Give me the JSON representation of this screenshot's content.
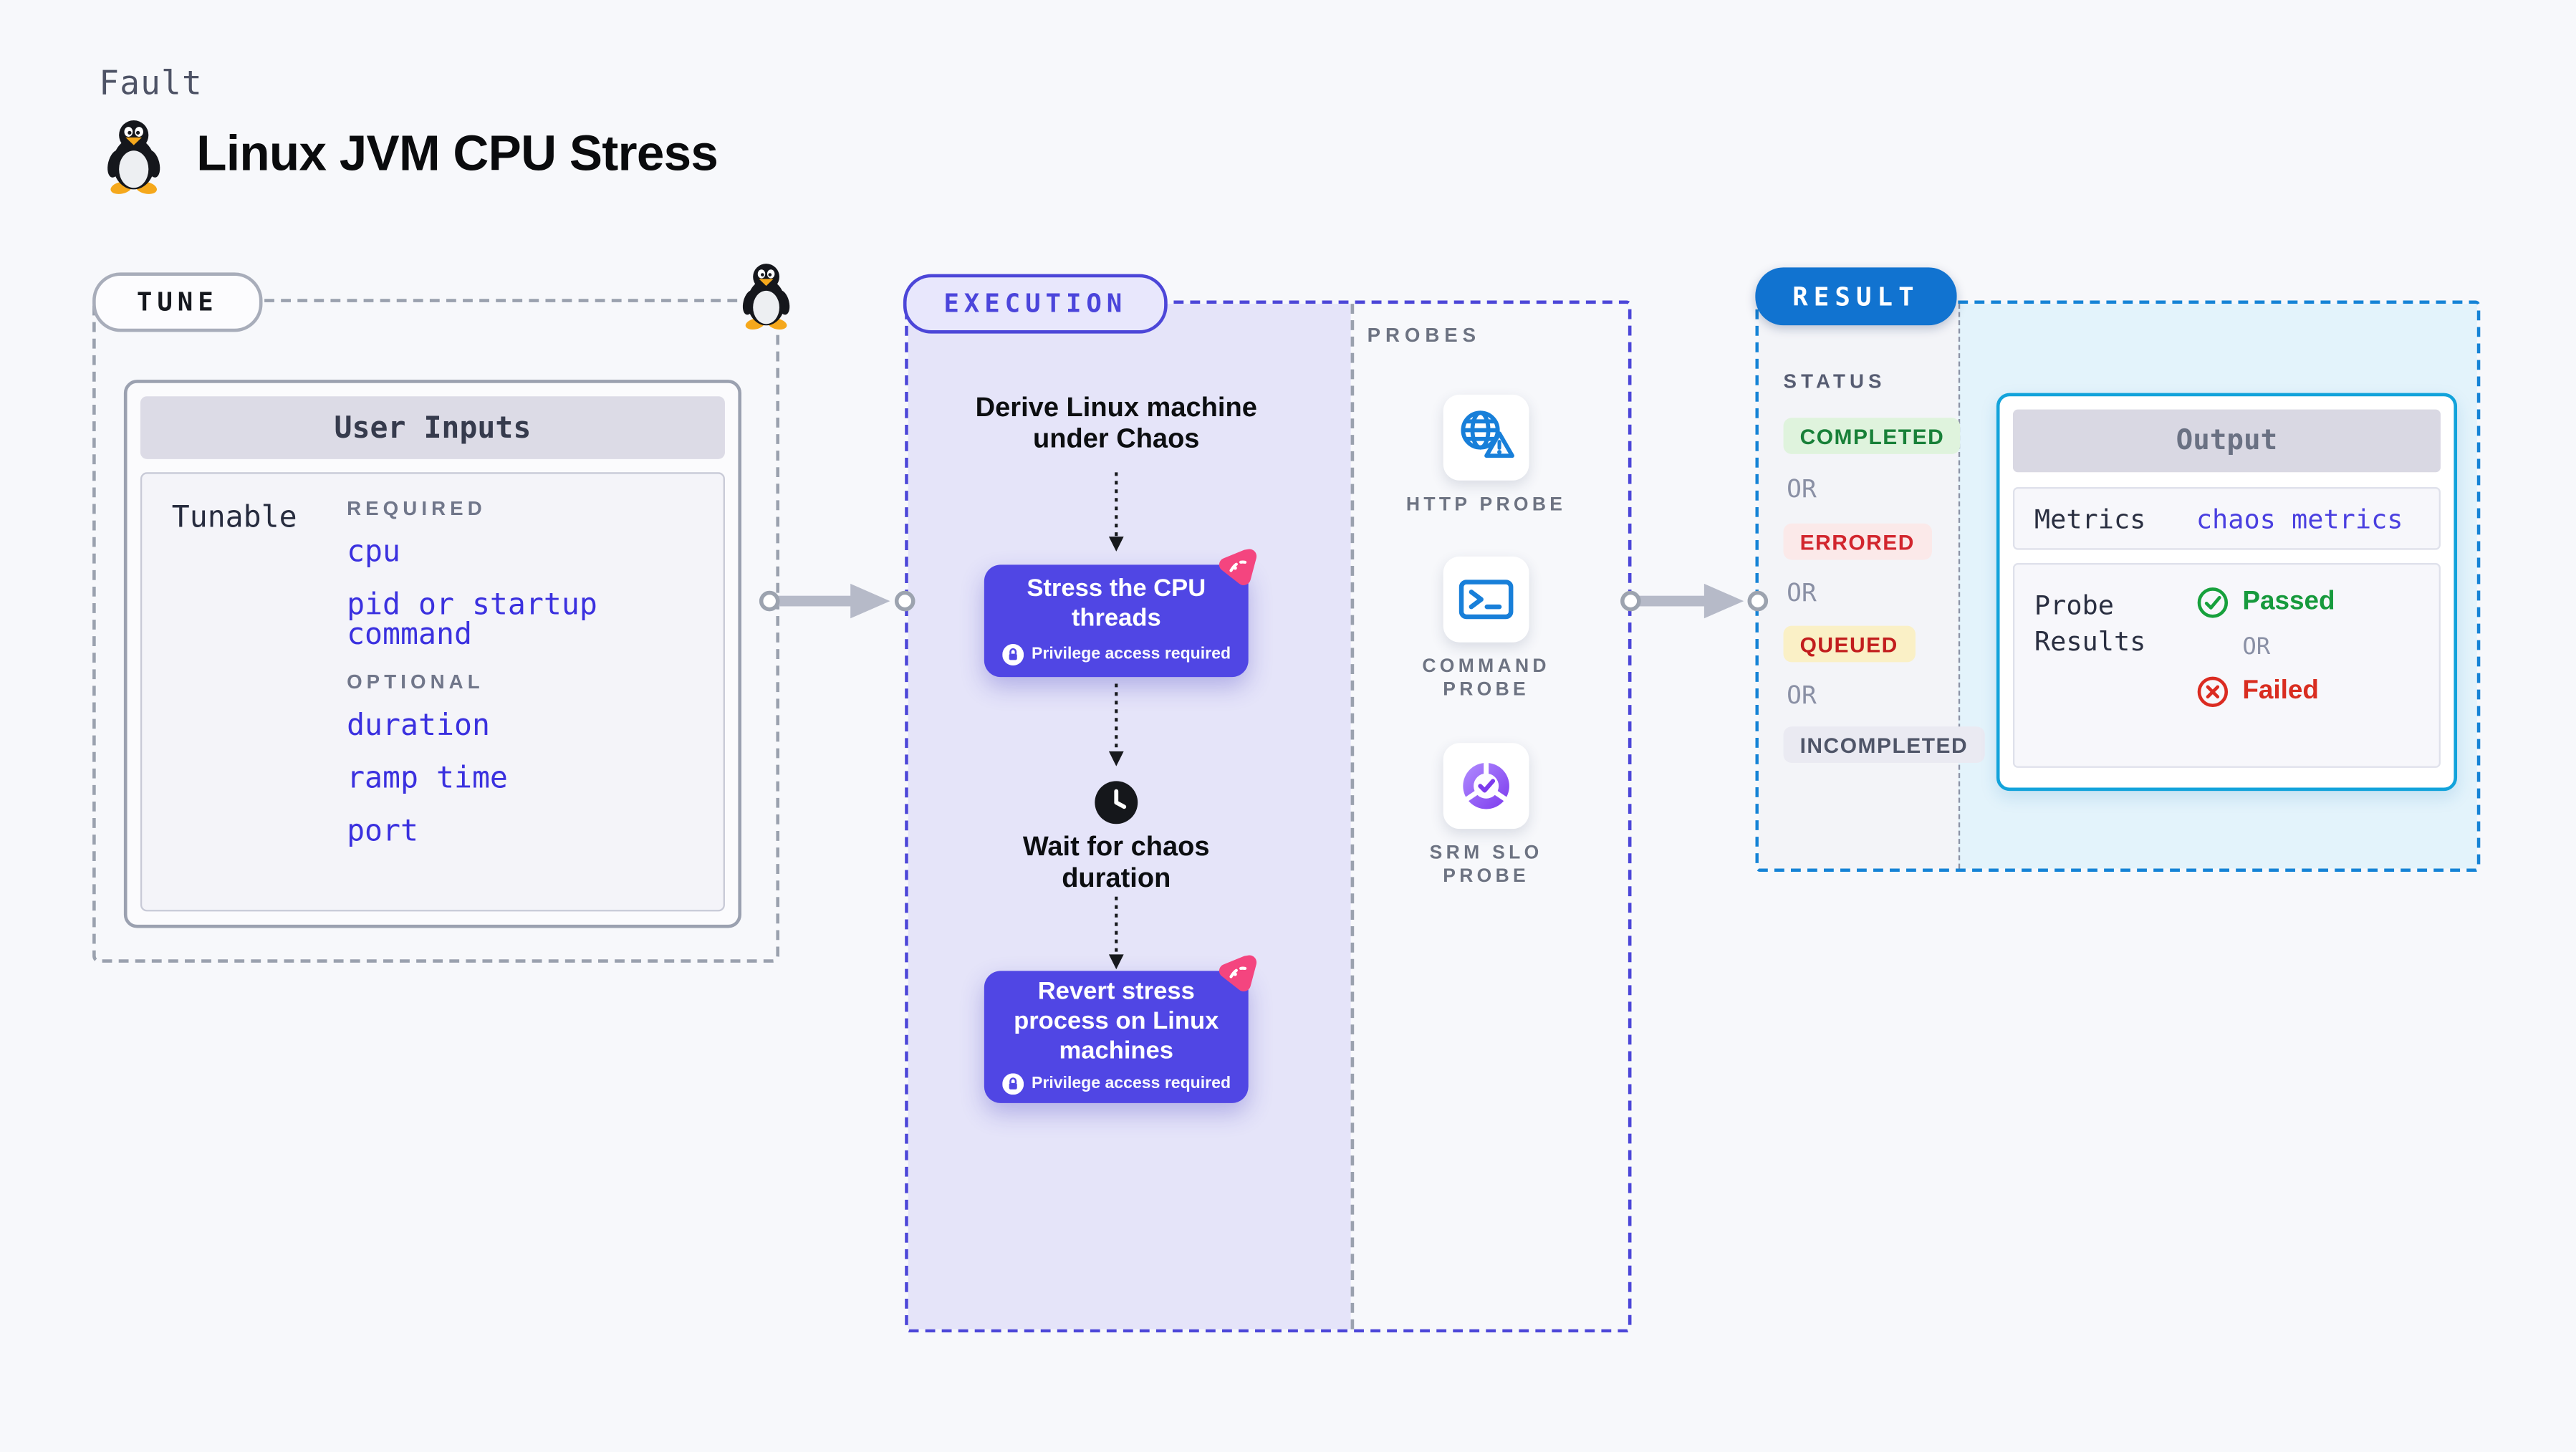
{
  "header": {
    "eyebrow": "Fault",
    "title": "Linux JVM CPU Stress",
    "icon": "tux-linux-icon"
  },
  "tune": {
    "label": "TUNE",
    "icon": "tux-linux-icon",
    "card_title": "User Inputs",
    "row_label": "Tunable",
    "required_label": "REQUIRED",
    "required_params": [
      "cpu",
      "pid or startup command"
    ],
    "optional_label": "OPTIONAL",
    "optional_params": [
      "duration",
      "ramp time",
      "port"
    ]
  },
  "execution": {
    "label": "EXECUTION",
    "steps": {
      "derive": "Derive Linux machine under Chaos",
      "stress": "Stress the CPU threads",
      "privilege": "Privilege access required",
      "wait": "Wait for chaos duration",
      "revert": "Revert stress process on Linux machines"
    }
  },
  "probes": {
    "label": "PROBES",
    "items": [
      {
        "name": "http-probe",
        "icon": "globe-warning-icon",
        "line1": "HTTP PROBE",
        "line2": ""
      },
      {
        "name": "command-probe",
        "icon": "terminal-icon",
        "line1": "COMMAND",
        "line2": "PROBE"
      },
      {
        "name": "srm-slo-probe",
        "icon": "slo-donut-check-icon",
        "line1": "SRM SLO",
        "line2": "PROBE"
      }
    ]
  },
  "result": {
    "label": "RESULT",
    "status_label": "STATUS",
    "or_label": "OR",
    "statuses": [
      {
        "label": "COMPLETED",
        "text_color": "#188038",
        "bg": "#DFF3DD"
      },
      {
        "label": "ERRORED",
        "text_color": "#D2262E",
        "bg": "#FBE9E9"
      },
      {
        "label": "QUEUED",
        "text_color": "#C21D1D",
        "bg": "#FAF0C6"
      },
      {
        "label": "INCOMPLETED",
        "text_color": "#4F5568",
        "bg": "#EAEAF2"
      }
    ],
    "output": {
      "title": "Output",
      "metrics_label": "Metrics",
      "metrics_value": "chaos metrics",
      "probe_results_label": "Probe Results",
      "passed": "Passed",
      "or_label": "OR",
      "failed": "Failed"
    }
  },
  "colors": {
    "page_bg": "#F7F8FB",
    "execution_accent": "#4C46D8",
    "execution_fill": "#E5E4F9",
    "node_purple": "#5046E4",
    "chaos_pink": "#F4457F",
    "result_pill_blue": "#1173D0",
    "result_border_blue": "#1583D6",
    "result_right_fill": "#E3F3FB",
    "output_border_cyan": "#12A3DB",
    "probe_icon_blue": "#187FD9",
    "srm_purple": "#7C3AED",
    "param_blue": "#3A30DF",
    "passed_green": "#179A3D",
    "failed_red": "#D92D20",
    "dash_gray": "#9AA1AE"
  }
}
